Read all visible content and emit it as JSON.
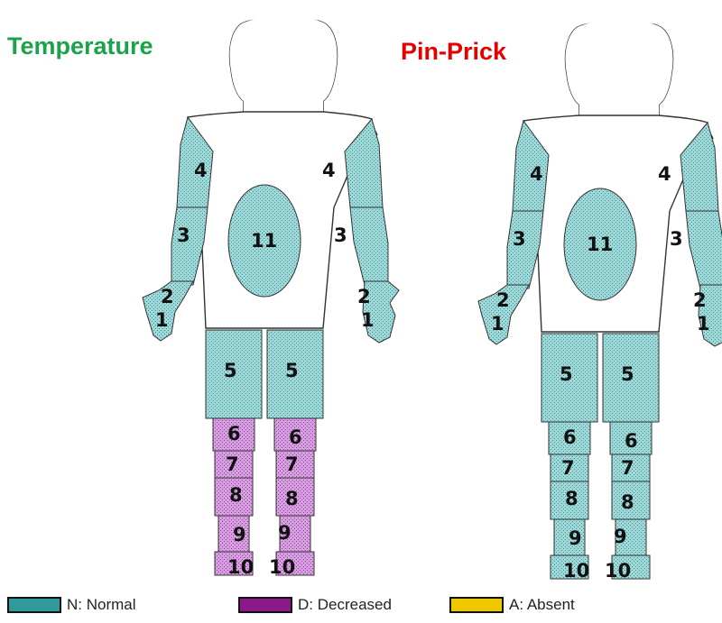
{
  "panels": {
    "temperature": {
      "title": "Temperature",
      "title_color": "#1aa34a"
    },
    "pinprick": {
      "title": "Pin-Prick",
      "title_color": "#e60000"
    }
  },
  "legend": [
    {
      "key": "normal",
      "label": "N: Normal",
      "color": "#2e9a9a"
    },
    {
      "key": "decreased",
      "label": "D: Decreased",
      "color": "#8a1a8a"
    },
    {
      "key": "absent",
      "label": "A: Absent",
      "color": "#f0c800"
    }
  ],
  "region_fill": {
    "normal": "#9ed8d8",
    "decreased": "#d79ee0"
  },
  "region_labels": {
    "hand_upper": "2",
    "hand_lower": "1",
    "forearm": "3",
    "upper_arm": "4",
    "torso": "11",
    "thigh": "5",
    "knee": "6",
    "shin_upper": "7",
    "shin_lower": "8",
    "ankle": "9",
    "foot": "10"
  },
  "region_status": {
    "temperature": {
      "upper_arm": "normal",
      "forearm": "normal",
      "hand": "normal",
      "torso": "normal",
      "thigh": "normal",
      "knee": "decreased",
      "shin_upper": "decreased",
      "shin_lower": "decreased",
      "ankle": "decreased",
      "foot": "decreased"
    },
    "pinprick": {
      "upper_arm": "normal",
      "forearm": "normal",
      "hand": "normal",
      "torso": "normal",
      "thigh": "normal",
      "knee": "normal",
      "shin_upper": "normal",
      "shin_lower": "normal",
      "ankle": "normal",
      "foot": "normal"
    }
  }
}
